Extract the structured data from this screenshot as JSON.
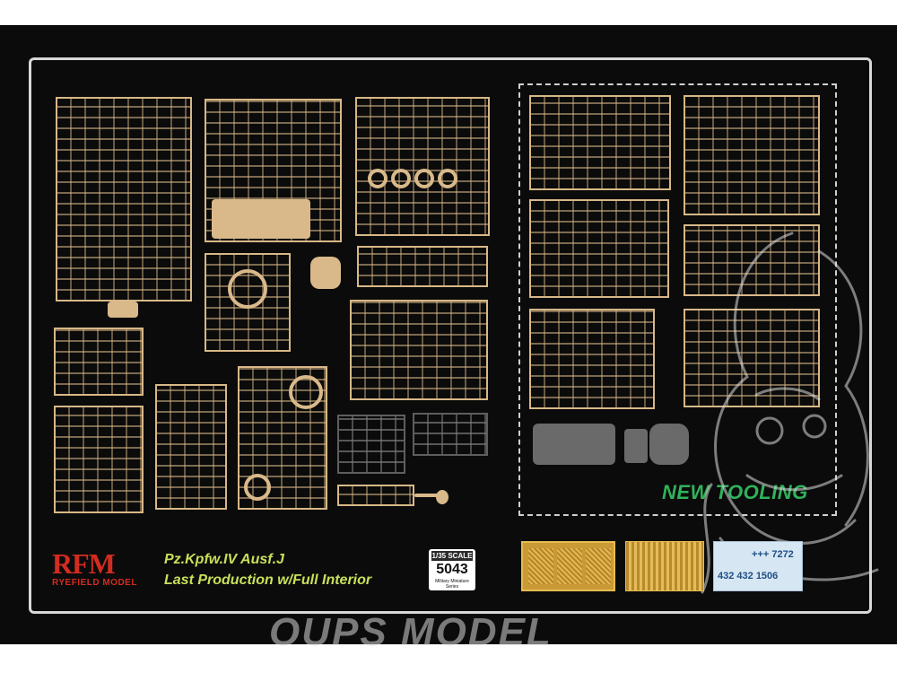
{
  "brand": {
    "logo_mark": "RFM",
    "logo_name": "RYEFIELD MODEL",
    "accent_color": "#d22c20"
  },
  "product": {
    "title_line1": "Pz.Kpfw.IV Ausf.J",
    "title_line2": "Last Production w/Full Interior",
    "title_color": "#c8e05a"
  },
  "scale_badge": {
    "scale": "1/35 SCALE",
    "kit_number": "5043",
    "series": "Military Miniature Series"
  },
  "callout": {
    "label": "NEW TOOLING",
    "color": "#2fb25a"
  },
  "decal_sheet": {
    "line1": "+++ 7272",
    "line2": "432 432 1506"
  },
  "watermark": {
    "text": "OUPS MODEL"
  },
  "colors": {
    "sprue": "#d8b887",
    "grey_plastic": "#6a6a6a",
    "photo_etch": "#c99a35",
    "background": "#0b0b0b"
  }
}
